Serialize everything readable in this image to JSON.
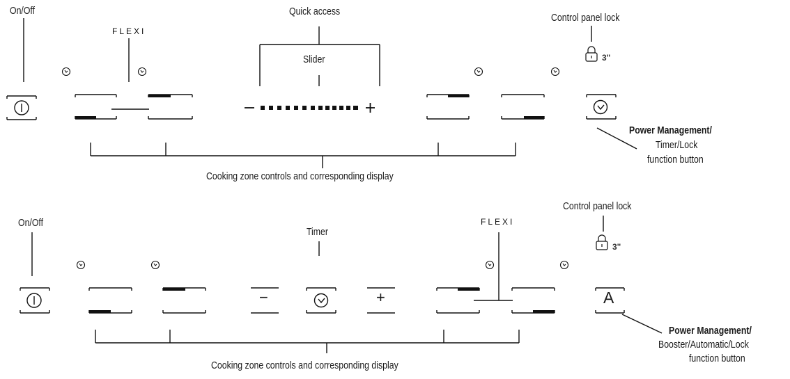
{
  "top_panel": {
    "on_off": "On/Off",
    "flexi": "FLEXI",
    "quick_access": "Quick access",
    "slider": "Slider",
    "control_panel_lock": "Control panel lock",
    "lock_time": "3\"",
    "power_mgmt_title": "Power Management/",
    "power_mgmt_line2": "Timer/Lock",
    "power_mgmt_line3": "function button",
    "zones_caption": "Cooking zone controls and corresponding display"
  },
  "bottom_panel": {
    "on_off": "On/Off",
    "timer": "Timer",
    "flexi": "FLEXI",
    "control_panel_lock": "Control panel lock",
    "lock_time": "3\"",
    "minus": "−",
    "plus": "+",
    "auto_button": "A",
    "power_mgmt_title": "Power Management/",
    "power_mgmt_line2": "Booster/Automatic/Lock",
    "power_mgmt_line3": "function button",
    "zones_caption": "Cooking zone controls and corresponding display"
  }
}
